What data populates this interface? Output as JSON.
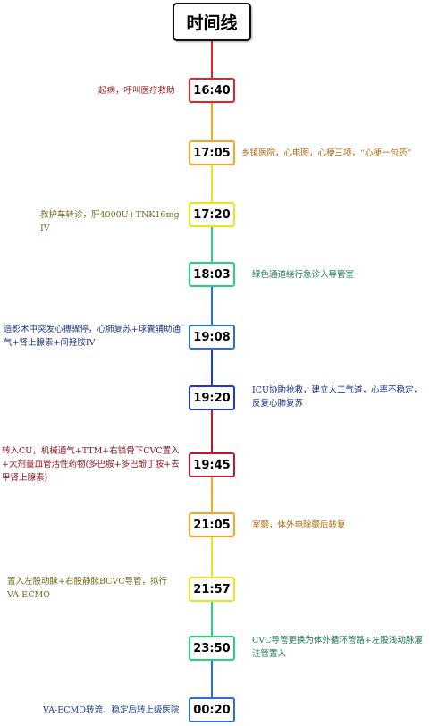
{
  "title": "时间线",
  "nodes": [
    {
      "time": "16:40",
      "color": "#e8222a",
      "text": "起病，呼叫医疗救助",
      "side": "left",
      "text_color": "#a02228"
    },
    {
      "time": "17:05",
      "color": "#f5a623",
      "text": "乡镇医院，心电图，心梗三项，“心梗一包药”",
      "side": "right",
      "text_color": "#b06a10"
    },
    {
      "time": "17:20",
      "color": "#ece21f",
      "text": "救护车转诊，肝4000U+TNK16mg IV",
      "side": "left",
      "text_color": "#6f6a1a"
    },
    {
      "time": "18:03",
      "color": "#2bd07a",
      "text": "绿色通道绕行急诊入导管室",
      "side": "right",
      "text_color": "#1d7a4c"
    },
    {
      "time": "19:08",
      "color": "#2b6fd6",
      "text": "造影术中突发心搏骤停，心肺复苏+球囊辅助通气+肾上腺素+间羟胺IV",
      "side": "left",
      "text_color": "#1d3a8a"
    },
    {
      "time": "19:20",
      "color": "#1f3bc6",
      "text": "ICU协助抢救，建立人工气道，心率不稳定，反复心肺复苏",
      "side": "right",
      "text_color": "#1a2a8a"
    },
    {
      "time": "19:45",
      "color": "#c0182a",
      "text": "转入CU，机械通气+TTM+右锁骨下CVC置入+大剂量血管活性药物(多巴胺+多巴酚丁胺+去甲肾上腺素)",
      "side": "left",
      "text_color": "#8a1620"
    },
    {
      "time": "21:05",
      "color": "#f5a623",
      "text": "室颤，体外电除颤后转复",
      "side": "right",
      "text_color": "#b06a10"
    },
    {
      "time": "21:57",
      "color": "#ece21f",
      "text": "置入左股动脉+右股静脉BCVC导管，拟行VA-ECMO",
      "side": "left",
      "text_color": "#6f6a1a"
    },
    {
      "time": "23:50",
      "color": "#2bd07a",
      "text": "CVC导管更换为体外循环管路+左股浅动脉灌注管置入",
      "side": "right",
      "text_color": "#1d7a4c"
    },
    {
      "time": "00:20",
      "color": "#2b6fd6",
      "text": "VA-ECMO转流，稳定后转上级医院",
      "side": "left",
      "text_color": "#1d3a8a"
    }
  ]
}
